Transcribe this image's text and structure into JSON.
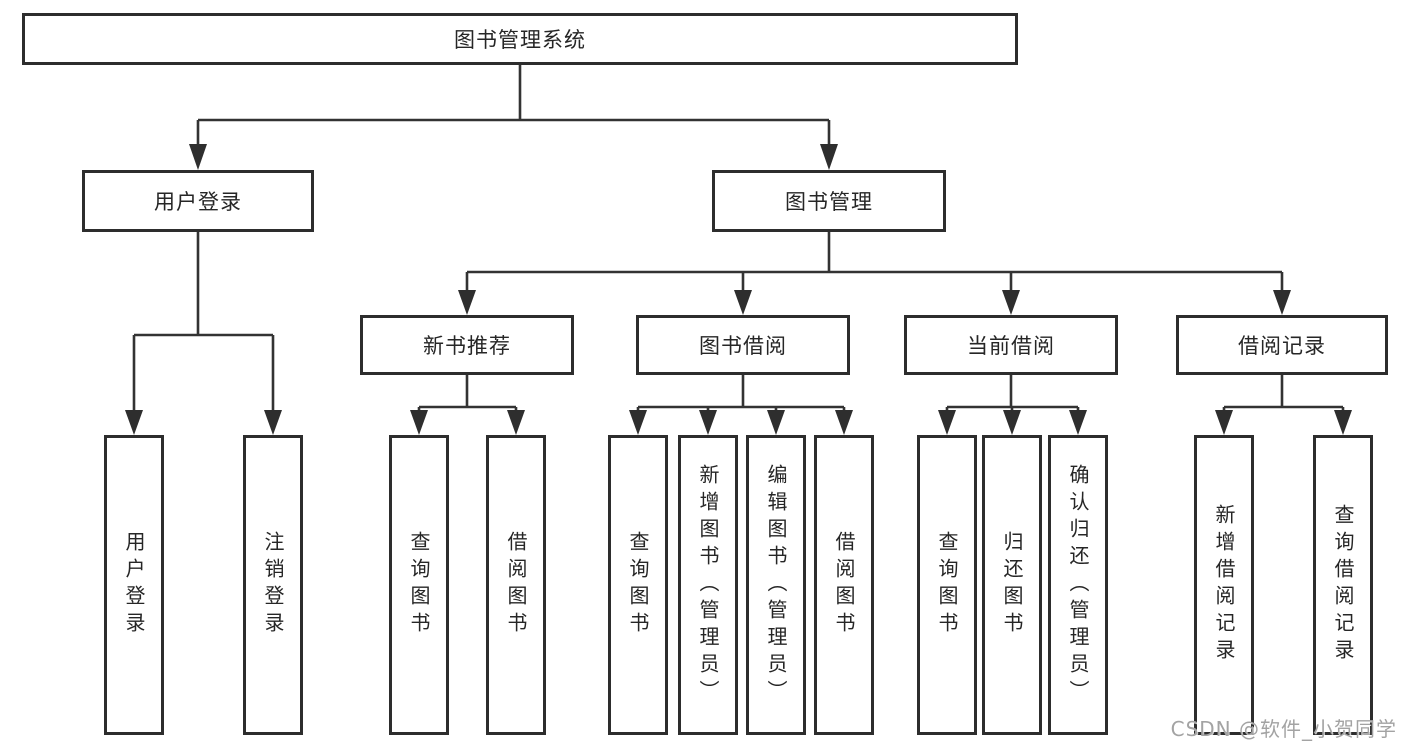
{
  "diagram_title": "图书管理系统",
  "nodes": {
    "root": "图书管理系统",
    "user_login": "用户登录",
    "book_management": "图书管理",
    "new_book_recommend": "新书推荐",
    "book_borrowing": "图书借阅",
    "current_borrowing": "当前借阅",
    "borrowing_records": "借阅记录"
  },
  "leaves": {
    "user_login": [
      "用户登录",
      "注销登录"
    ],
    "new_book_recommend": [
      "查询图书",
      "借阅图书"
    ],
    "book_borrowing": [
      "查询图书",
      "新增图书（管理员）",
      "编辑图书（管理员）",
      "借阅图书"
    ],
    "current_borrowing": [
      "查询图书",
      "归还图书",
      "确认归还（管理员）"
    ],
    "borrowing_records": [
      "新增借阅记录",
      "查询借阅记录"
    ]
  },
  "hierarchy": {
    "root": "图书管理系统",
    "children": [
      {
        "label": "用户登录",
        "children": [
          "用户登录",
          "注销登录"
        ]
      },
      {
        "label": "图书管理",
        "children": [
          {
            "label": "新书推荐",
            "children": [
              "查询图书",
              "借阅图书"
            ]
          },
          {
            "label": "图书借阅",
            "children": [
              "查询图书",
              "新增图书（管理员）",
              "编辑图书（管理员）",
              "借阅图书"
            ]
          },
          {
            "label": "当前借阅",
            "children": [
              "查询图书",
              "归还图书",
              "确认归还（管理员）"
            ]
          },
          {
            "label": "借阅记录",
            "children": [
              "新增借阅记录",
              "查询借阅记录"
            ]
          }
        ]
      }
    ]
  },
  "watermark": "CSDN @软件_小贺同学",
  "colors": {
    "line": "#333333",
    "box_border": "#2d2d2d",
    "text": "#262626",
    "background": "#ffffff",
    "watermark": "#a3a3a3"
  }
}
